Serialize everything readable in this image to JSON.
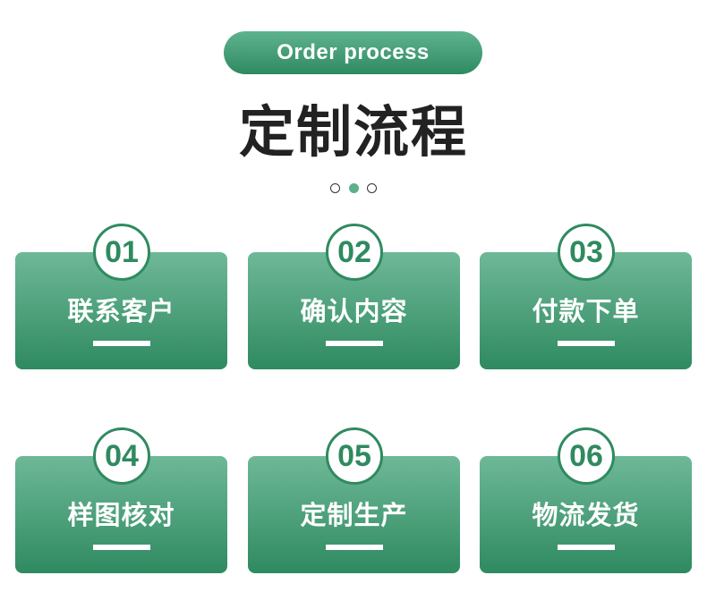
{
  "header": {
    "badge": "Order process",
    "title": "定制流程"
  },
  "pagination": {
    "count": 3,
    "active_index": 1
  },
  "steps": [
    {
      "number": "01",
      "label": "联系客户"
    },
    {
      "number": "02",
      "label": "确认内容"
    },
    {
      "number": "03",
      "label": "付款下单"
    },
    {
      "number": "04",
      "label": "样图核对"
    },
    {
      "number": "05",
      "label": "定制生产"
    },
    {
      "number": "06",
      "label": "物流发货"
    }
  ],
  "colors": {
    "accent_dark": "#2f8a60",
    "accent_light": "#6eb898",
    "title_text": "#222222"
  }
}
